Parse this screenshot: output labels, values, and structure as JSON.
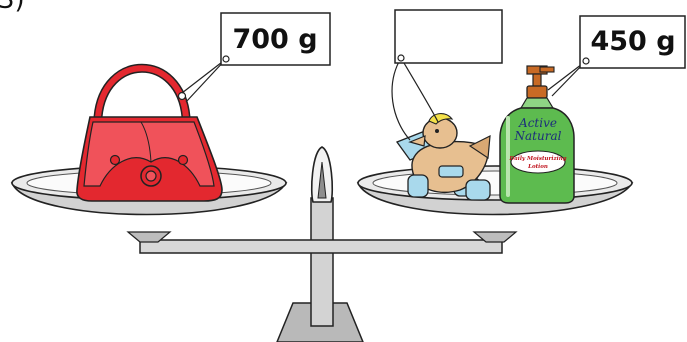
{
  "corner_label": "3)",
  "tags": {
    "left": {
      "text": "700 g"
    },
    "middle": {
      "text": ""
    },
    "right": {
      "text": "450 g"
    }
  },
  "lotion": {
    "brand_line1": "Active",
    "brand_line2": "Natural",
    "label_line1": "Daily Moisturizing",
    "label_line2": "Lotion"
  },
  "colors": {
    "bag": "#e3282f",
    "bottle": "#5dbb4f",
    "pump": "#c86a25",
    "duck_wood": "#e7bf90",
    "duck_blue": "#a9d9ec",
    "scale_gray": "#cfcfcf"
  }
}
